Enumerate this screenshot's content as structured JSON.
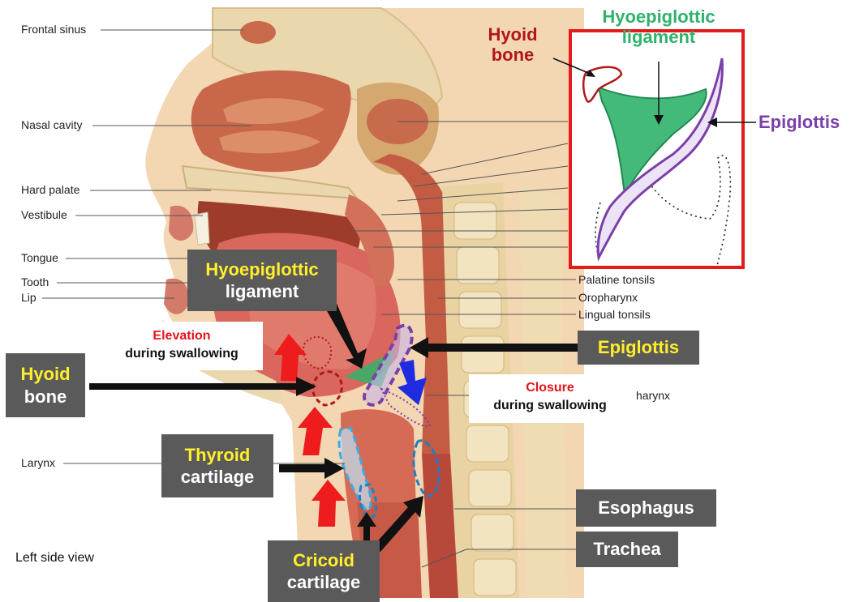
{
  "anatomy_labels": {
    "frontal_sinus": "Frontal sinus",
    "nasal_cavity": "Nasal cavity",
    "hard_palate": "Hard palate",
    "vestibule": "Vestibule",
    "tongue": "Tongue",
    "tooth": "Tooth",
    "lip": "Lip",
    "larynx": "Larynx",
    "palatine_tonsils": "Palatine tonsils",
    "oropharynx": "Oropharynx",
    "lingual_tonsils": "Lingual tonsils",
    "harynx": "harynx",
    "view": "Left side view"
  },
  "callouts": {
    "hyoepiglottic_line1": "Hyoepiglottic",
    "hyoepiglottic_line2": "ligament",
    "hyoid_line1": "Hyoid",
    "hyoid_line2": "bone",
    "epiglottis": "Epiglottis",
    "thyroid_line1": "Thyroid",
    "thyroid_line2": "cartilage",
    "cricoid_line1": "Cricoid",
    "cricoid_line2": "cartilage",
    "esophagus": "Esophagus",
    "trachea": "Trachea"
  },
  "notes": {
    "elevation_line1": "Elevation",
    "elevation_line2": "during swallowing",
    "closure_line1": "Closure",
    "closure_line2": "during swallowing"
  },
  "inset": {
    "hyoid_line1": "Hyoid",
    "hyoid_line2": "bone",
    "ligament_line1": "Hyoepiglottic",
    "ligament_line2": "ligament",
    "epiglottis": "Epiglottis"
  },
  "colors": {
    "callout_box": "#5a5a5a",
    "callout_highlight": "#ffef2a",
    "elevation_arrow": "#ee1c1c",
    "closure_arrow": "#1f2be0",
    "ligament_green": "#2fb36b",
    "epiglottis_purple": "#7a3fa8",
    "hyoid_red": "#b01818",
    "inset_frame": "#e31b1b",
    "thyroid_blue": "#3fa9e0",
    "cricoid_blue": "#1f7fc2"
  }
}
